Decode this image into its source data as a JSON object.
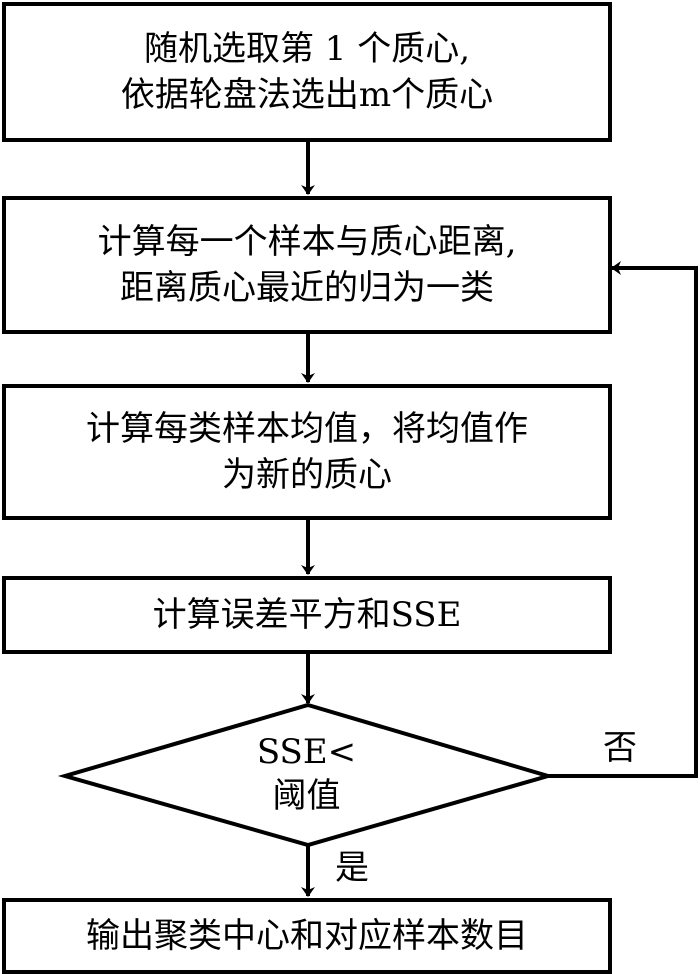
{
  "flowchart": {
    "title": "",
    "steps": [
      {
        "id": "init",
        "lines": [
          "随机选取第 1 个质心,",
          "依据轮盘法选出m个质心"
        ]
      },
      {
        "id": "assign",
        "lines": [
          "计算每一个样本与质心距离,",
          "距离质心最近的归为一类"
        ]
      },
      {
        "id": "update",
        "lines": [
          "计算每类样本均值，将均值作",
          "为新的质心"
        ]
      },
      {
        "id": "sse",
        "lines": [
          "计算误差平方和SSE"
        ]
      },
      {
        "id": "output",
        "lines": [
          "输出聚类中心和对应样本数目"
        ]
      }
    ],
    "decision": {
      "lines": [
        "SSE<",
        "阈值"
      ]
    },
    "edge_labels": {
      "no": "否",
      "yes": "是"
    },
    "colors": {
      "stroke": "#000000",
      "background": "#ffffff"
    }
  }
}
